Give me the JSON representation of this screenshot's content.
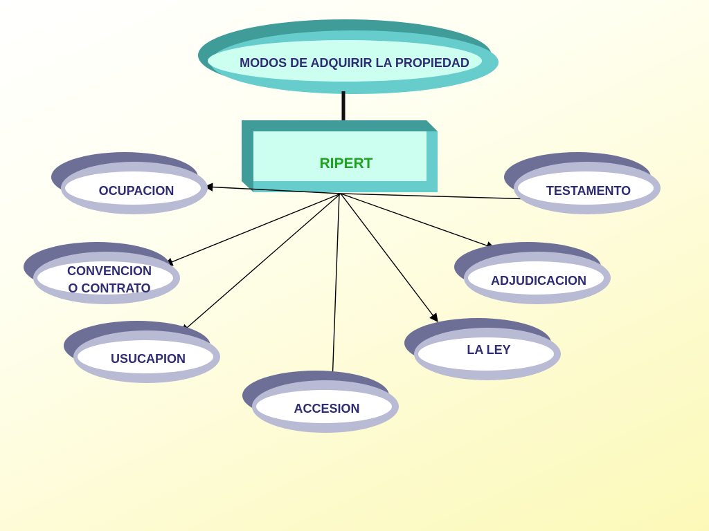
{
  "title": "MODOS DE ADQUIRIR LA PROPIEDAD",
  "center": "RIPERT",
  "nodes": {
    "ocupacion": "OCUPACION",
    "convencion_line1": "CONVENCION",
    "convencion_line2": "O CONTRATO",
    "usucapion": "USUCAPION",
    "accesion": "ACCESION",
    "testamento": "TESTAMENTO",
    "adjudicacion": "ADJUDICACION",
    "la_ley": "LA LEY"
  },
  "colors": {
    "title_outer": "#3f9c99",
    "title_inner": "#66cccc",
    "box_dark": "#3f9c99",
    "box_light": "#66cccc",
    "box_face": "#ccfff0",
    "ellipse_dark": "#6e6f96",
    "ellipse_light": "#b9bad3",
    "ellipse_face": "#ffffff",
    "text": "#2e2c73",
    "center_text": "#1fa31f"
  }
}
